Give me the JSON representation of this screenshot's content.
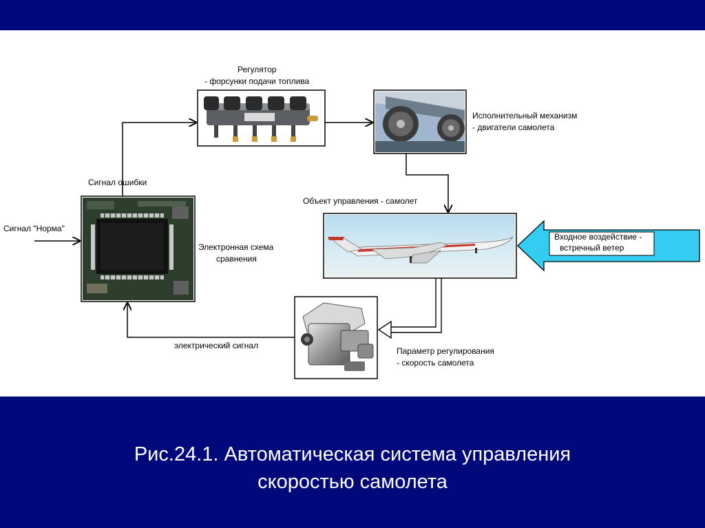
{
  "labels": {
    "regulator_line1": "Регулятор",
    "regulator_line2": "- форсунки подачи топлива",
    "actuator_line1": "Исполнительный механизм",
    "actuator_line2": "- двигатели самолета",
    "error_signal": "Сигнал ошибки",
    "norm_signal": "Сигнал \"Норма\"",
    "comparator_line1": "Электронная схема",
    "comparator_line2": "сравнения",
    "control_object": "Объект управления - самолет",
    "input_line1": "Входное воздействие -",
    "input_line2": "встречный ветер",
    "param_line1": "Параметр регулирования",
    "param_line2": "- скорость самолета",
    "electric_signal": "электрический сигнал"
  },
  "caption": {
    "line1": "Рис.24.1. Автоматическая система управления",
    "line2": "скоростью самолета"
  },
  "colors": {
    "slide_bg": "#00087a",
    "diagram_bg": "#ffffff",
    "wind_arrow": "#34ccf0",
    "text": "#000000",
    "caption_text": "#ffffff"
  }
}
